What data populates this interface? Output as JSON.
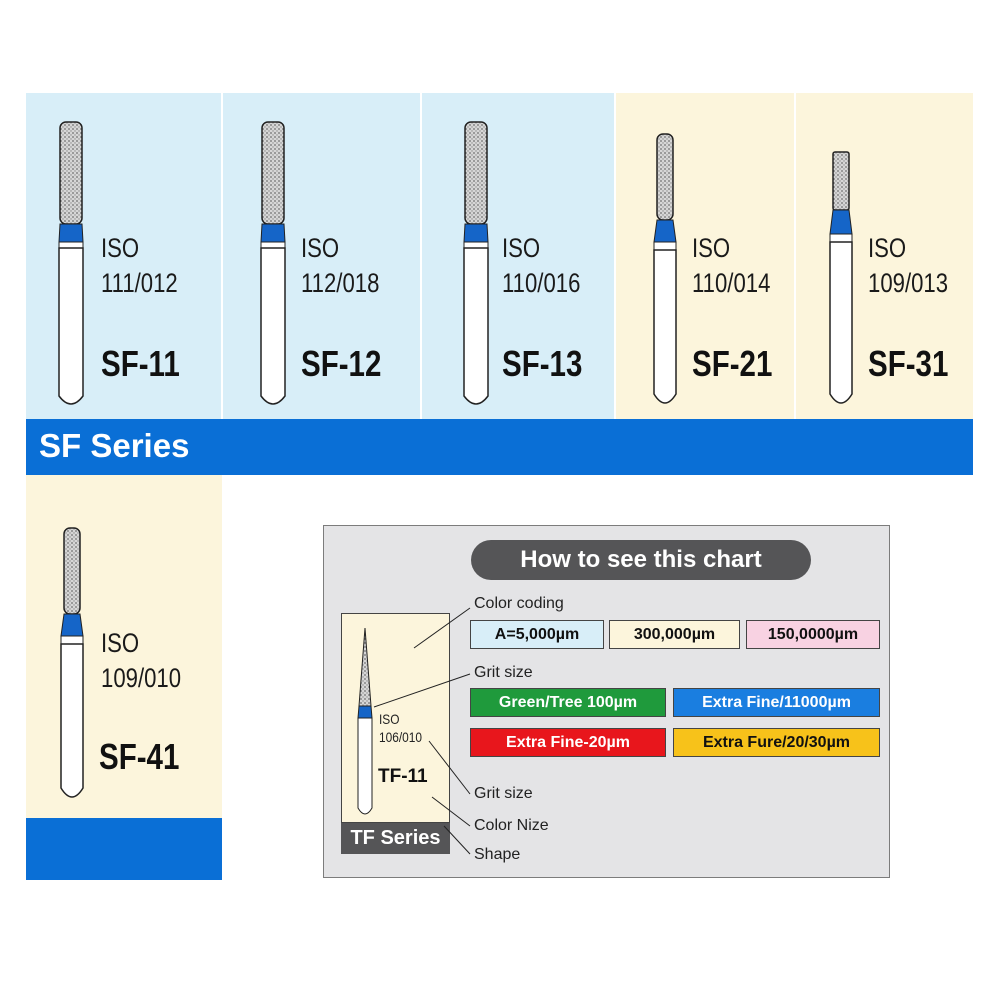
{
  "colors": {
    "panel_blue": "#d8eef8",
    "panel_cream": "#fcf5dc",
    "series_bar": "#0a6fd6",
    "bur_band": "#1565c8",
    "chart_bg": "#e4e4e6",
    "pill": "#555557"
  },
  "burs": [
    {
      "iso": "ISO",
      "code": "111/012",
      "model": "SF-11"
    },
    {
      "iso": "ISO",
      "code": "112/018",
      "model": "SF-12"
    },
    {
      "iso": "ISO",
      "code": "110/016",
      "model": "SF-13"
    },
    {
      "iso": "ISO",
      "code": "110/014",
      "model": "SF-21"
    },
    {
      "iso": "ISO",
      "code": "109/013",
      "model": "SF-31"
    },
    {
      "iso": "ISO",
      "code": "109/010",
      "model": "SF-41"
    }
  ],
  "series_title": "SF Series",
  "chart": {
    "title": "How to see this chart",
    "legend": {
      "color_coding": "Color coding",
      "grit_size_1": "Grit size",
      "grit_size_2": "Grit size",
      "color_nize": "Color Nize",
      "shape": "Shape"
    },
    "swatches": [
      {
        "label": "A=5,000µm",
        "bg": "#d8eef8",
        "fg": "#111111"
      },
      {
        "label": "300,000µm",
        "bg": "#fcf5dc",
        "fg": "#111111"
      },
      {
        "label": "150,0000µm",
        "bg": "#f8d2e2",
        "fg": "#111111"
      },
      {
        "label": "Green/Tree 100µm",
        "bg": "#1f9a3c",
        "fg": "#ffffff"
      },
      {
        "label": "Extra Fine/11000µm",
        "bg": "#1a7ee0",
        "fg": "#ffffff"
      },
      {
        "label": "Extra Fine-20µm",
        "bg": "#e8161c",
        "fg": "#ffffff"
      },
      {
        "label": "Extra Fure/20/30µm",
        "bg": "#f7c21a",
        "fg": "#111111"
      }
    ],
    "example": {
      "iso": "ISO",
      "code": "106/010",
      "model": "TF-11",
      "series": "TF Series"
    }
  }
}
